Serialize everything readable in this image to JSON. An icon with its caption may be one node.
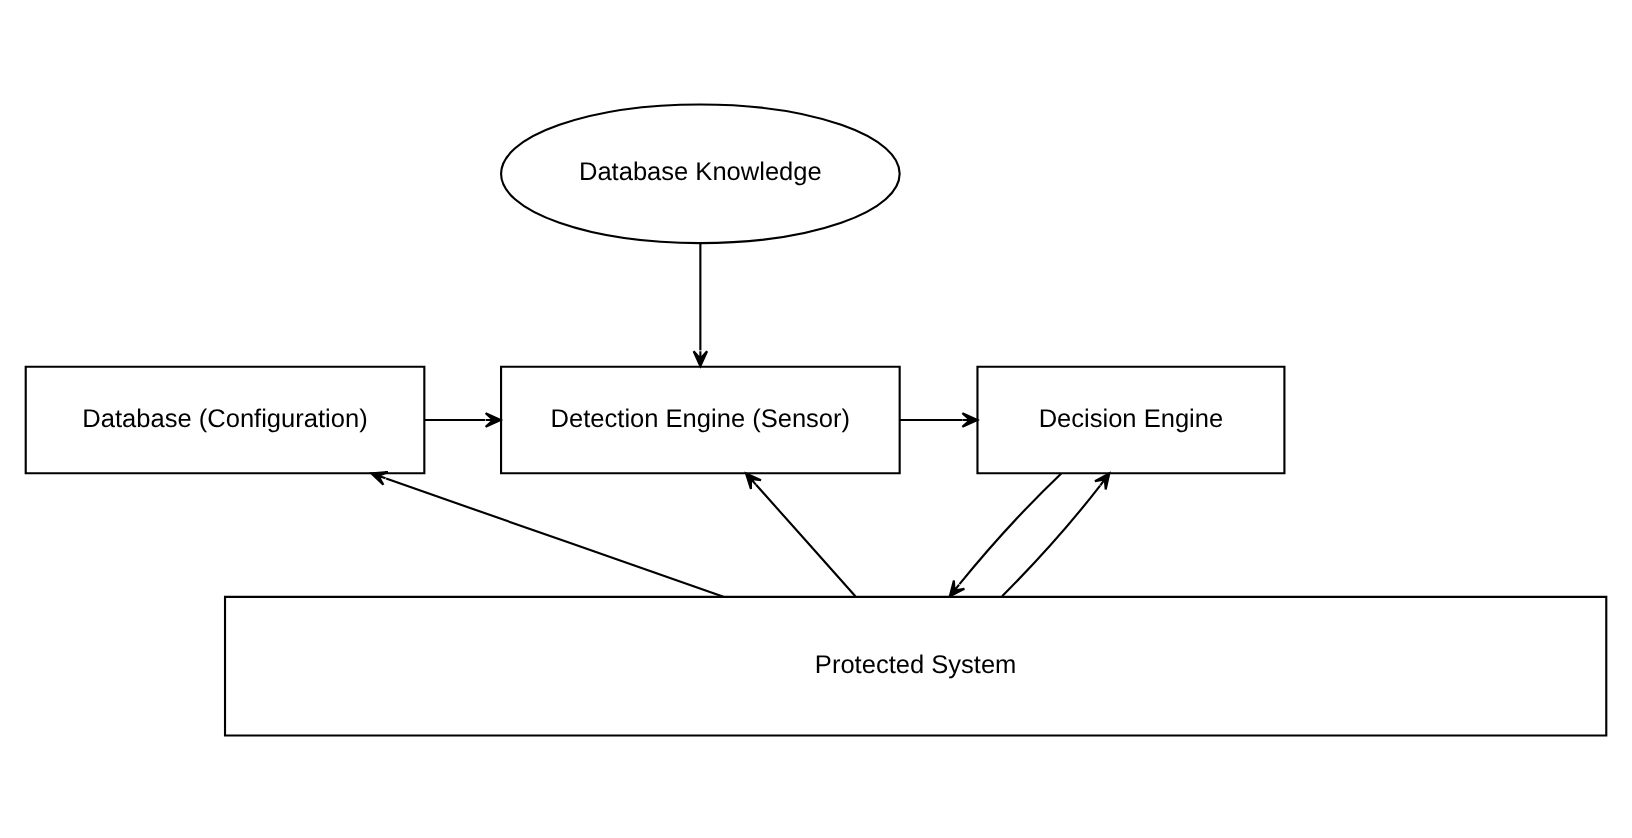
{
  "diagram": {
    "nodes": [
      {
        "text": [
          "Database Knowledge"
        ]
      },
      {
        "text": [
          "Database (Configuration)"
        ]
      },
      {
        "text": [
          "Detection Engine (Sensor)"
        ]
      },
      {
        "text": [
          "Decision Engine"
        ]
      },
      {
        "text": [
          "Protected System"
        ]
      }
    ],
    "edges": [
      {
        "from": 0,
        "to": 2,
        "arrow": "to"
      },
      {
        "from": 1,
        "to": 2,
        "arrow": "to"
      },
      {
        "from": 2,
        "to": 3,
        "arrow": "to"
      },
      {
        "from": 4,
        "to": 1,
        "arrow": "to"
      },
      {
        "from": 4,
        "to": 2,
        "arrow": "to"
      },
      {
        "from": 4,
        "to": 3,
        "arrow": "to"
      },
      {
        "from": 3,
        "to": 4,
        "arrow": "to"
      }
    ]
  }
}
